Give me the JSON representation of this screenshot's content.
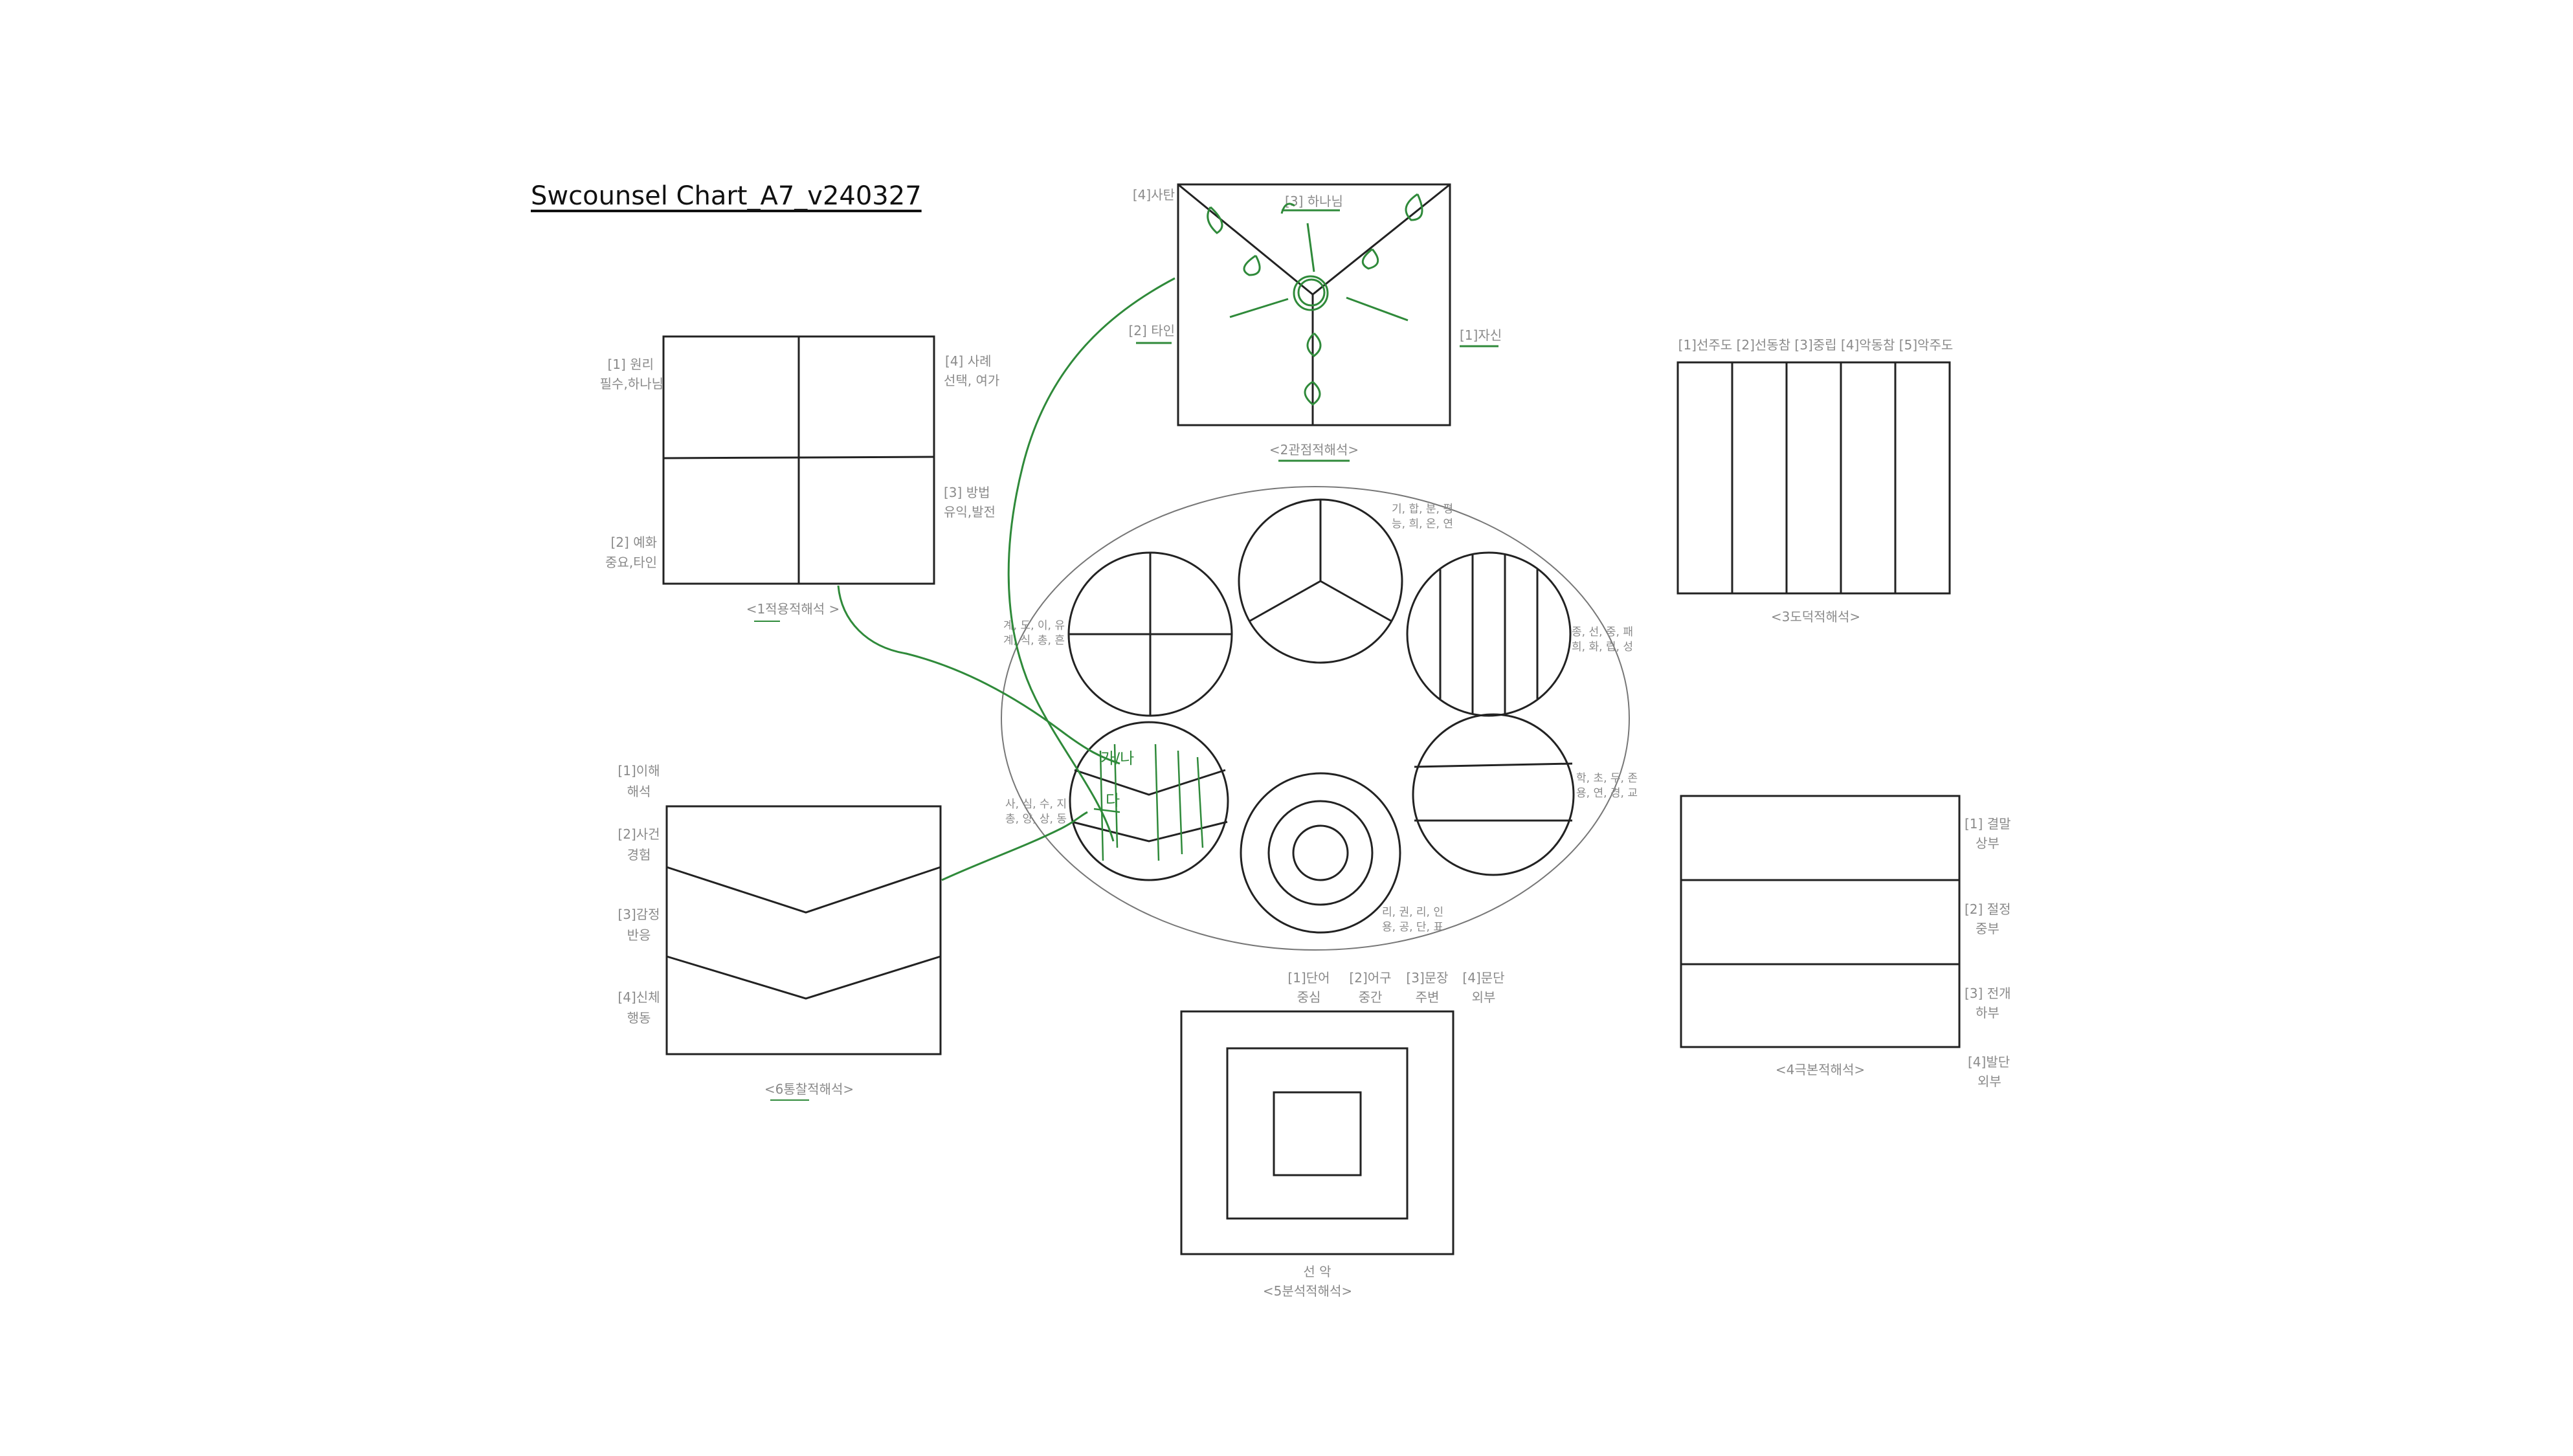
{
  "title": "Swcounsel Chart_A7_v240327",
  "colors": {
    "ink": "#222222",
    "label": "#8a8a8a",
    "green": "#2f8a3a"
  },
  "q1": {
    "caption": "<1적용적해석 >",
    "tl": [
      "[1] 원리",
      "필수,하나님"
    ],
    "tr": [
      "[4] 사례",
      "선택, 여가"
    ],
    "bl": [
      "[2] 예화",
      "중요,타인"
    ],
    "br": [
      "[3] 방법",
      "유익,발전"
    ]
  },
  "q2": {
    "caption": "<2관점적해석>",
    "top_left": "[4]사탄",
    "top": "[3] 하나님",
    "left": "[2] 타인",
    "right": "[1]자신"
  },
  "q3": {
    "caption": "<3도덕적해석>",
    "header": "[1]선주도 [2]선동참 [3]중립 [4]악동참 [5]악주도"
  },
  "q4": {
    "caption": "<4극본적해석>",
    "r1": [
      "[1] 결말",
      "상부"
    ],
    "r2": [
      "[2] 절정",
      "중부"
    ],
    "r3": [
      "[3] 전개",
      "하부"
    ],
    "r4": [
      "[4]발단",
      "외부"
    ]
  },
  "q5": {
    "caption": "<5분석적해석>",
    "bottom": "선    악",
    "c1": [
      "[1]단어",
      "중심"
    ],
    "c2": [
      "[2]어구",
      "중간"
    ],
    "c3": [
      "[3]문장",
      "주변"
    ],
    "c4": [
      "[4]문단",
      "외부"
    ]
  },
  "q6": {
    "caption": "<6통찰적해석>",
    "l1": [
      "[1]이해",
      "해석"
    ],
    "l2": [
      "[2]사건",
      "경험"
    ],
    "l3": [
      "[3]감정",
      "반응"
    ],
    "l4": [
      "[4]신체",
      "행동"
    ]
  },
  "center": {
    "top_right": [
      "기, 합, 분, 평",
      "능, 희, 온, 연"
    ],
    "left": [
      "계, 도, 이, 유",
      "계, 식, 총, 흔"
    ],
    "right": [
      "종, 선, 중, 패",
      "희, 화, 립, 성"
    ],
    "lower_left": [
      "사, 심, 수, 지",
      "총, 양, 상, 동"
    ],
    "lower_right": [
      "학, 초, 두, 존",
      "용, 연, 경, 교"
    ],
    "bottom": [
      "리, 권, 리, 인",
      "용, 공, 단, 표"
    ]
  },
  "handwriting": {
    "a": "가/나",
    "b": "다"
  }
}
